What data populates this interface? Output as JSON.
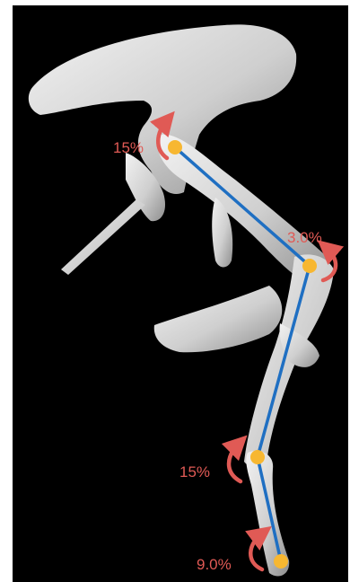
{
  "figure": {
    "background_color": "#000000",
    "bone_color": "#d9d9d9",
    "line_color": "#1f6fc2",
    "joint_color": "#f7b731",
    "arrow_color": "#e05a55"
  },
  "joints": [
    {
      "id": "hip",
      "label": "15%"
    },
    {
      "id": "knee",
      "label": "3.0%"
    },
    {
      "id": "ankle",
      "label": "15%"
    },
    {
      "id": "toe",
      "label": "9.0%"
    }
  ]
}
